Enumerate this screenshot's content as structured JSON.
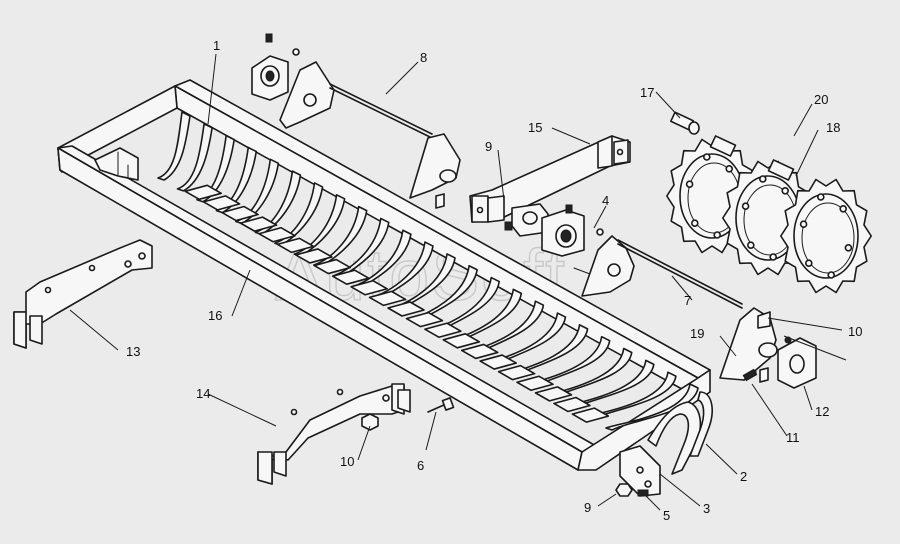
{
  "watermark": "AutoSoft",
  "callouts": [
    {
      "id": "c1",
      "text": "1"
    },
    {
      "id": "c2",
      "text": "2"
    },
    {
      "id": "c3",
      "text": "3"
    },
    {
      "id": "c4",
      "text": "4"
    },
    {
      "id": "c5",
      "text": "5"
    },
    {
      "id": "c6",
      "text": "6"
    },
    {
      "id": "c7",
      "text": "7"
    },
    {
      "id": "c8",
      "text": "8"
    },
    {
      "id": "c9a",
      "text": "9"
    },
    {
      "id": "c9b",
      "text": "9"
    },
    {
      "id": "c10a",
      "text": "10"
    },
    {
      "id": "c10b",
      "text": "10"
    },
    {
      "id": "c11",
      "text": "11"
    },
    {
      "id": "c12",
      "text": "12"
    },
    {
      "id": "c13",
      "text": "13"
    },
    {
      "id": "c14",
      "text": "14"
    },
    {
      "id": "c15",
      "text": "15"
    },
    {
      "id": "c16",
      "text": "16"
    },
    {
      "id": "c17",
      "text": "17"
    },
    {
      "id": "c18",
      "text": "18"
    },
    {
      "id": "c19",
      "text": "19"
    },
    {
      "id": "c20",
      "text": "20"
    }
  ]
}
